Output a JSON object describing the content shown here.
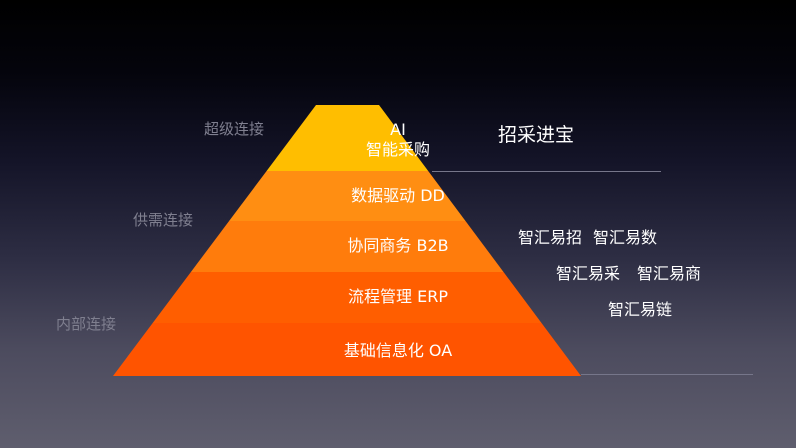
{
  "pyramid": {
    "tiers": [
      {
        "label_line1": "AI",
        "label_line2": "智能采购",
        "color": "#FFBE00"
      },
      {
        "label": "数据驱动 DD",
        "color": "#FF8E12"
      },
      {
        "label": "协同商务 B2B",
        "color": "#FF7C0C"
      },
      {
        "label": "流程管理 ERP",
        "color": "#FF5E00"
      },
      {
        "label": "基础信息化 OA",
        "color": "#FF5400"
      }
    ]
  },
  "side_labels": [
    "超级连接",
    "供需连接",
    "内部连接"
  ],
  "headline": "招采进宝",
  "products": {
    "row1": [
      "智汇易招",
      "智汇易数"
    ],
    "row2": [
      "智汇易采",
      "智汇易商"
    ],
    "row3": [
      "智汇易链"
    ]
  },
  "colors": {
    "side_label": "#7F7F8F",
    "divider": "#76768A",
    "text": "#FFFFFF"
  }
}
